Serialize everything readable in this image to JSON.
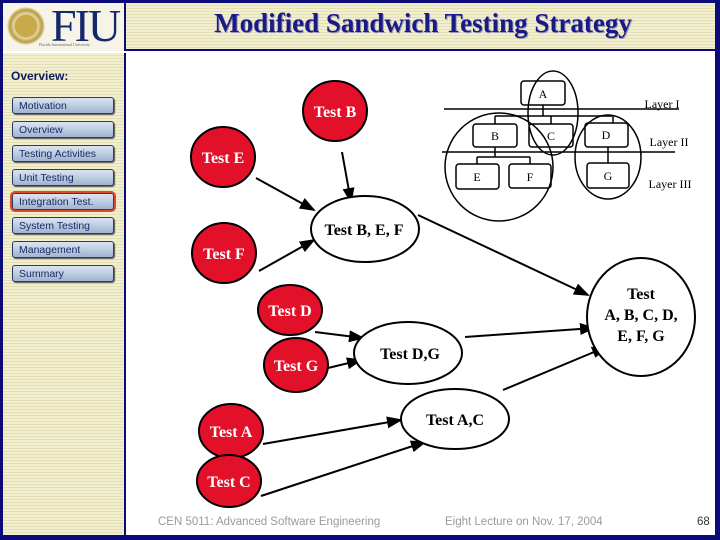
{
  "header": {
    "title": "Modified Sandwich Testing Strategy",
    "logo_text": "FIU",
    "logo_subtext": "Florida International University"
  },
  "sidebar": {
    "heading": "Overview:",
    "items": [
      {
        "label": "Motivation"
      },
      {
        "label": "Overview"
      },
      {
        "label": "Testing Activities"
      },
      {
        "label": "Unit Testing"
      },
      {
        "label": "Integration Test.",
        "active": true
      },
      {
        "label": "System Testing"
      },
      {
        "label": "Management"
      },
      {
        "label": "Summary"
      }
    ]
  },
  "diagram": {
    "unit_tests": {
      "b": "Test B",
      "e": "Test E",
      "f": "Test F",
      "d": "Test D",
      "g": "Test G",
      "a": "Test A",
      "c": "Test C"
    },
    "combined": {
      "bef": "Test B, E, F",
      "dg": "Test D,G",
      "ac": "Test A,C",
      "all_1": "Test",
      "all_2": "A, B, C, D,",
      "all_3": "E, F, G"
    },
    "hierarchy": {
      "modules": {
        "a": "A",
        "b": "B",
        "c": "C",
        "d": "D",
        "e": "E",
        "f": "F",
        "g": "G"
      },
      "layers": [
        "Layer I",
        "Layer II",
        "Layer III"
      ]
    },
    "colors": {
      "unit_test_fill": "#e3102a",
      "accent": "#0b0b7a"
    }
  },
  "footer": {
    "course": "CEN 5011: Advanced Software Engineering",
    "lecture": "Eight Lecture on Nov. 17, 2004",
    "page": "68"
  }
}
